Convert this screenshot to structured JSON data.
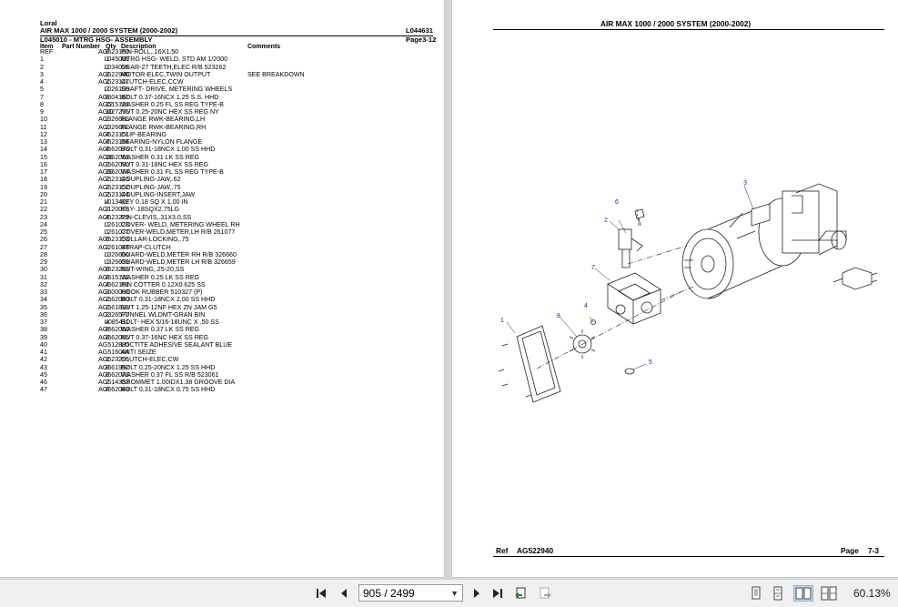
{
  "left_page": {
    "brand": "Loral",
    "title": "AIR MAX 1000 / 2000 SYSTEM (2000-2002)",
    "doc_code": "L044631",
    "section": "L045010 - MTRG HSG- ASSEMBLY",
    "page_ref": "Page3-12",
    "headers": {
      "item": "Item",
      "part": "Part Number",
      "qty": "Qty",
      "desc": "Description",
      "comments": "Comments"
    },
    "rows": [
      {
        "item": "REF",
        "part": "AG523150",
        "qty": "8",
        "desc": "PIN-ROLL,.16X1.50",
        "comments": ""
      },
      {
        "item": "1",
        "part": "L045009",
        "qty": "1",
        "desc": "MTRG HSG- WELD, STD AM 1/2000",
        "comments": ""
      },
      {
        "item": "2",
        "part": "L034095",
        "qty": "2",
        "desc": "GEAR-27 TEETH,ELEC  R/B 523262",
        "comments": ""
      },
      {
        "item": "3",
        "part": "AG522940",
        "qty": "1",
        "desc": "MOTOR-ELEC,TWIN OUTPUT",
        "comments": "SEE BREAKDOWN"
      },
      {
        "item": "4",
        "part": "AG523147",
        "qty": "1",
        "desc": "CLUTCH-ELEC,CCW",
        "comments": ""
      },
      {
        "item": "5",
        "part": "L026105",
        "qty": "2",
        "desc": "SHAFT- DRIVE, METERING WHEELS",
        "comments": ""
      },
      {
        "item": "7",
        "part": "AG604167",
        "qty": "8",
        "desc": "BOLT 0.37-16NCX 1.25 S.S. HHD",
        "comments": ""
      },
      {
        "item": "8",
        "part": "AG515121",
        "qty": "12",
        "desc": "WASHER 0.25 FL SS REG TYPE-B",
        "comments": ""
      },
      {
        "item": "9",
        "part": "AG027275",
        "qty": "10",
        "desc": "NUT 0.25-20NC HEX SS REG NY",
        "comments": ""
      },
      {
        "item": "10",
        "part": "AG326683",
        "qty": "2",
        "desc": "FLANGE RWK-BEARING,LH",
        "comments": ""
      },
      {
        "item": "11",
        "part": "AG326682",
        "qty": "2",
        "desc": "FLANGE RWK-BEARING,RH",
        "comments": ""
      },
      {
        "item": "12",
        "part": "AG523151",
        "qty": "4",
        "desc": "CLIP-BEARING",
        "comments": ""
      },
      {
        "item": "13",
        "part": "AG523154",
        "qty": "4",
        "desc": "BEARING-NYLON FLANGE",
        "comments": ""
      },
      {
        "item": "14",
        "part": "AG562076",
        "qty": "4",
        "desc": "BOLT 0.31-18NCX 1.00 SS HHD",
        "comments": ""
      },
      {
        "item": "15",
        "part": "AG562051",
        "qty": "16",
        "desc": "WASHER 0.31 LK SS REG",
        "comments": ""
      },
      {
        "item": "16",
        "part": "AG562090",
        "qty": "2",
        "desc": "NUT 0.31-18NC HEX SS REG",
        "comments": ""
      },
      {
        "item": "17",
        "part": "AG562074",
        "qty": "10",
        "desc": "WASHER 0.31 FL SS REG TYPE-B",
        "comments": ""
      },
      {
        "item": "18",
        "part": "AG523146",
        "qty": "2",
        "desc": "COUPLING-JAW,.62",
        "comments": ""
      },
      {
        "item": "19",
        "part": "AG523152",
        "qty": "2",
        "desc": "COUPLING-JAW,.75",
        "comments": ""
      },
      {
        "item": "20",
        "part": "AG523144",
        "qty": "2",
        "desc": "COUPLING-INSERT,JAW",
        "comments": ""
      },
      {
        "item": "21",
        "part": "L013427",
        "qty": "4",
        "desc": "KEY 0.18 SQ X 1.00 IN",
        "comments": ""
      },
      {
        "item": "22",
        "part": "AG120075",
        "qty": "2",
        "desc": "KEY-.18SQX2.75LG",
        "comments": ""
      },
      {
        "item": "23",
        "part": "AG523229",
        "qty": "4",
        "desc": "PIN-CLEVIS,.31X3.0,SS",
        "comments": ""
      },
      {
        "item": "24",
        "part": "L261078",
        "qty": "1",
        "desc": "COVER- WELD, METERING WHEEL RH",
        "comments": ""
      },
      {
        "item": "25",
        "part": "L261077",
        "qty": "1",
        "desc": "COVER-WELD,METER,LH R/B 261077",
        "comments": ""
      },
      {
        "item": "26",
        "part": "AG523153",
        "qty": "6",
        "desc": "COLLAR-LOCKING,.75",
        "comments": ""
      },
      {
        "item": "27",
        "part": "AG261048",
        "qty": "2",
        "desc": "STRAP-CLUTCH",
        "comments": ""
      },
      {
        "item": "28",
        "part": "L326660",
        "qty": "1",
        "desc": "GUARD-WELD,METER RH R/B 326660",
        "comments": ""
      },
      {
        "item": "29",
        "part": "L326659",
        "qty": "1",
        "desc": "GUARD-WELD,METER LH R/B 326659",
        "comments": ""
      },
      {
        "item": "30",
        "part": "AG523263",
        "qty": "8",
        "desc": "NUT-WING,.25-20,SS",
        "comments": ""
      },
      {
        "item": "31",
        "part": "AG515122",
        "qty": "8",
        "desc": "WASHER 0.25 LK SS REG",
        "comments": ""
      },
      {
        "item": "32",
        "part": "AG562161",
        "qty": "4",
        "desc": "PIN COTTER 0.12X0.625 SS",
        "comments": ""
      },
      {
        "item": "33",
        "part": "AG600008",
        "qty": "2",
        "desc": "HOOK RUBBER 510327       (P)",
        "comments": ""
      },
      {
        "item": "34",
        "part": "AG562080",
        "qty": "2",
        "desc": "BOLT 0.31-18NCX 2.00 SS HHD",
        "comments": ""
      },
      {
        "item": "35",
        "part": "AG561828",
        "qty": "2",
        "desc": "NUT 1.25-12NF HEX ZN JAM G5",
        "comments": ""
      },
      {
        "item": "36",
        "part": "AG326577",
        "qty": "2",
        "desc": "FUNNEL WLDMT-GRAN BIN",
        "comments": ""
      },
      {
        "item": "37",
        "part": "L085411",
        "qty": "4",
        "desc": "BOLT- HEX 5/16-18UNC X .50 SS",
        "comments": ""
      },
      {
        "item": "38",
        "part": "AG562050",
        "qty": "8",
        "desc": "WASHER 0.37 LK SS REG",
        "comments": ""
      },
      {
        "item": "39",
        "part": "AG562065",
        "qty": "8",
        "desc": "NUT 0.37-16NC HEX SS REG",
        "comments": ""
      },
      {
        "item": "40",
        "part": "AG512885",
        "qty": "-",
        "desc": "LOCTITE ADHESIVE SEALANT  BLUE",
        "comments": ""
      },
      {
        "item": "41",
        "part": "AG516064",
        "qty": "-",
        "desc": "ANTI SEIZE",
        "comments": ""
      },
      {
        "item": "42",
        "part": "AG523295",
        "qty": "1",
        "desc": "CLUTCH-ELEC,CW",
        "comments": ""
      },
      {
        "item": "43",
        "part": "AG561952",
        "qty": "8",
        "desc": "BOLT 0.25-20NCX 1.25 SS HHD",
        "comments": ""
      },
      {
        "item": "45",
        "part": "AG562073",
        "qty": "8",
        "desc": "WASHER 0.37 FL SS R/B 523061",
        "comments": ""
      },
      {
        "item": "46",
        "part": "AG514352",
        "qty": "2",
        "desc": "GROMMET 1.00IDX1.38 GROOVE DIA",
        "comments": ""
      },
      {
        "item": "47",
        "part": "AG562049",
        "qty": "8",
        "desc": "BOLT 0.31-18NCX 0.75 SS HHD",
        "comments": ""
      }
    ]
  },
  "right_page": {
    "title": "AIR MAX 1000 / 2000 SYSTEM (2000-2002)",
    "ref_label": "Ref",
    "ref_value": "AG522940",
    "page_label": "Page",
    "page_value": "7-3",
    "callouts": [
      "1",
      "2",
      "3",
      "4",
      "5",
      "6",
      "7",
      "8"
    ]
  },
  "toolbar": {
    "page_field": "905 / 2499",
    "zoom": "60.13%"
  }
}
